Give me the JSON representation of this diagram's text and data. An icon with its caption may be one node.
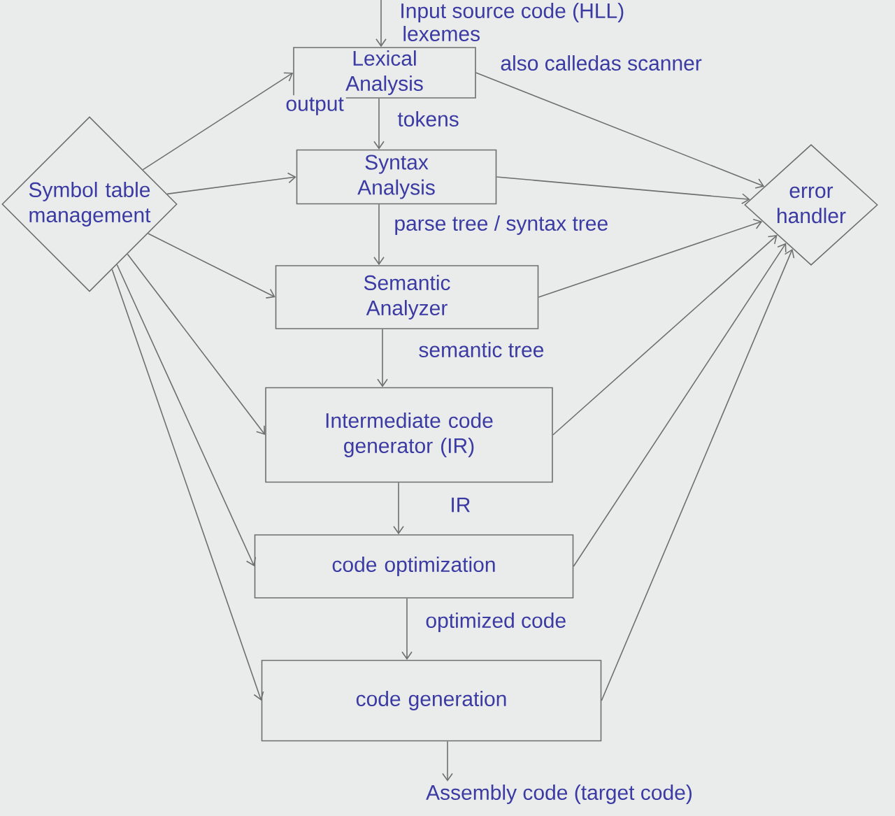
{
  "diagram": {
    "nodes": [
      {
        "text": [
          "Lexical Analysis"
        ],
        "beside": [
          "also calledas scanner"
        ]
      },
      {
        "text": [
          "Syntax Analysis"
        ]
      },
      {
        "text": [
          "Symbol table management"
        ]
      },
      {
        "text": [
          "error handler"
        ]
      },
      {
        "text": [
          "Semantic Analyzer"
        ]
      },
      {
        "text": [
          "Intermediate code generator (IR)"
        ]
      },
      {
        "text": [
          "code optimization"
        ]
      },
      {
        "text": [
          "code generation"
        ]
      },
      {
        "text": [
          "Assembly code (target code)"
        ]
      }
    ],
    "edges": [
      {
        "from": null,
        "to": 0,
        "arrow": "to",
        "label": "Input source code (HLL)"
      },
      {
        "from": 0,
        "to": 1,
        "arrow": "to",
        "label": "tokens"
      },
      {
        "from": 1,
        "to": 4,
        "arrow": "to",
        "label": "parse tree / syntax tree"
      },
      {
        "from": 4,
        "to": 5,
        "arrow": "to",
        "label": "semantic tree"
      },
      {
        "from": 5,
        "to": 6,
        "arrow": "to",
        "label": "IR"
      },
      {
        "from": 6,
        "to": 7,
        "arrow": "to",
        "label": "optimized code"
      },
      {
        "from": 7,
        "to": 8,
        "arrow": "to"
      },
      {
        "from": 2,
        "to": 0,
        "arrow": "to"
      },
      {
        "from": 2,
        "to": 1,
        "arrow": "to"
      },
      {
        "from": 2,
        "to": 4,
        "arrow": "to"
      },
      {
        "from": 2,
        "to": 5,
        "arrow": "to"
      },
      {
        "from": 2,
        "to": 6,
        "arrow": "to"
      },
      {
        "from": 2,
        "to": 7,
        "arrow": "to"
      },
      {
        "from": 0,
        "to": 3,
        "arrow": "to"
      },
      {
        "from": 1,
        "to": 3,
        "arrow": "to"
      },
      {
        "from": 4,
        "to": 3,
        "arrow": "to"
      },
      {
        "from": 5,
        "to": 3,
        "arrow": "to"
      },
      {
        "from": 6,
        "to": 3,
        "arrow": "to"
      },
      {
        "from": 7,
        "to": 3,
        "arrow": "to"
      }
    ],
    "labels": [
      "lexemes",
      "output"
    ]
  }
}
